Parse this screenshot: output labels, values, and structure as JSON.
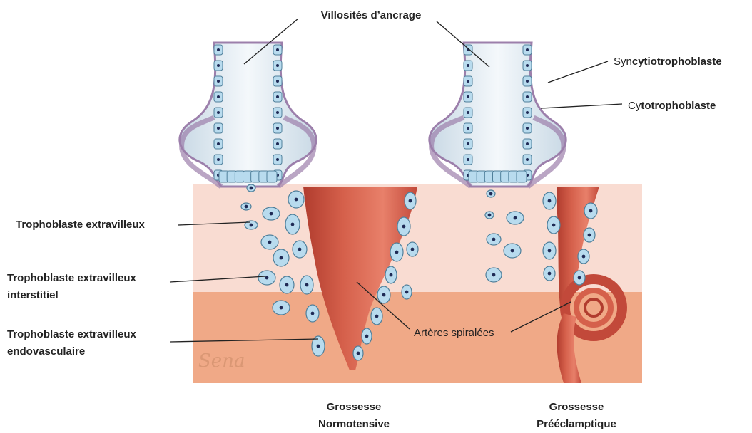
{
  "labels": {
    "anchoring_villi": "Villosités d’ancrage",
    "syncytio_prefix": "Syn",
    "syncytio_rest": "cytiotrophoblaste",
    "cyto_prefix": "Cy",
    "cyto_rest": "totrophoblaste",
    "extravillous": "Trophoblaste extravilleux",
    "interstitial_line1": "Trophoblaste extravilleux",
    "interstitial_line2": "interstitiel",
    "endovascular_line1": "Trophoblaste extravilleux",
    "endovascular_line2": "endovasculaire",
    "spiral_arteries": "Artères spiralées",
    "normal_line1": "Grossesse",
    "normal_line2": "Normotensive",
    "preeclampsia_line1": "Grossesse",
    "preeclampsia_line2": "Prééclamptique",
    "signature": "Sena"
  },
  "colors": {
    "decidua_light": "#f9dcd2",
    "myometrium": "#f0a987",
    "cell_fill": "#b8dbee",
    "cell_stroke": "#4f7f9a",
    "nucleus": "#1f2a55",
    "syncytio": "#9c7fab",
    "artery_dark": "#b13c2e",
    "artery_mid": "#d5604b",
    "artery_light": "#e8806a"
  }
}
